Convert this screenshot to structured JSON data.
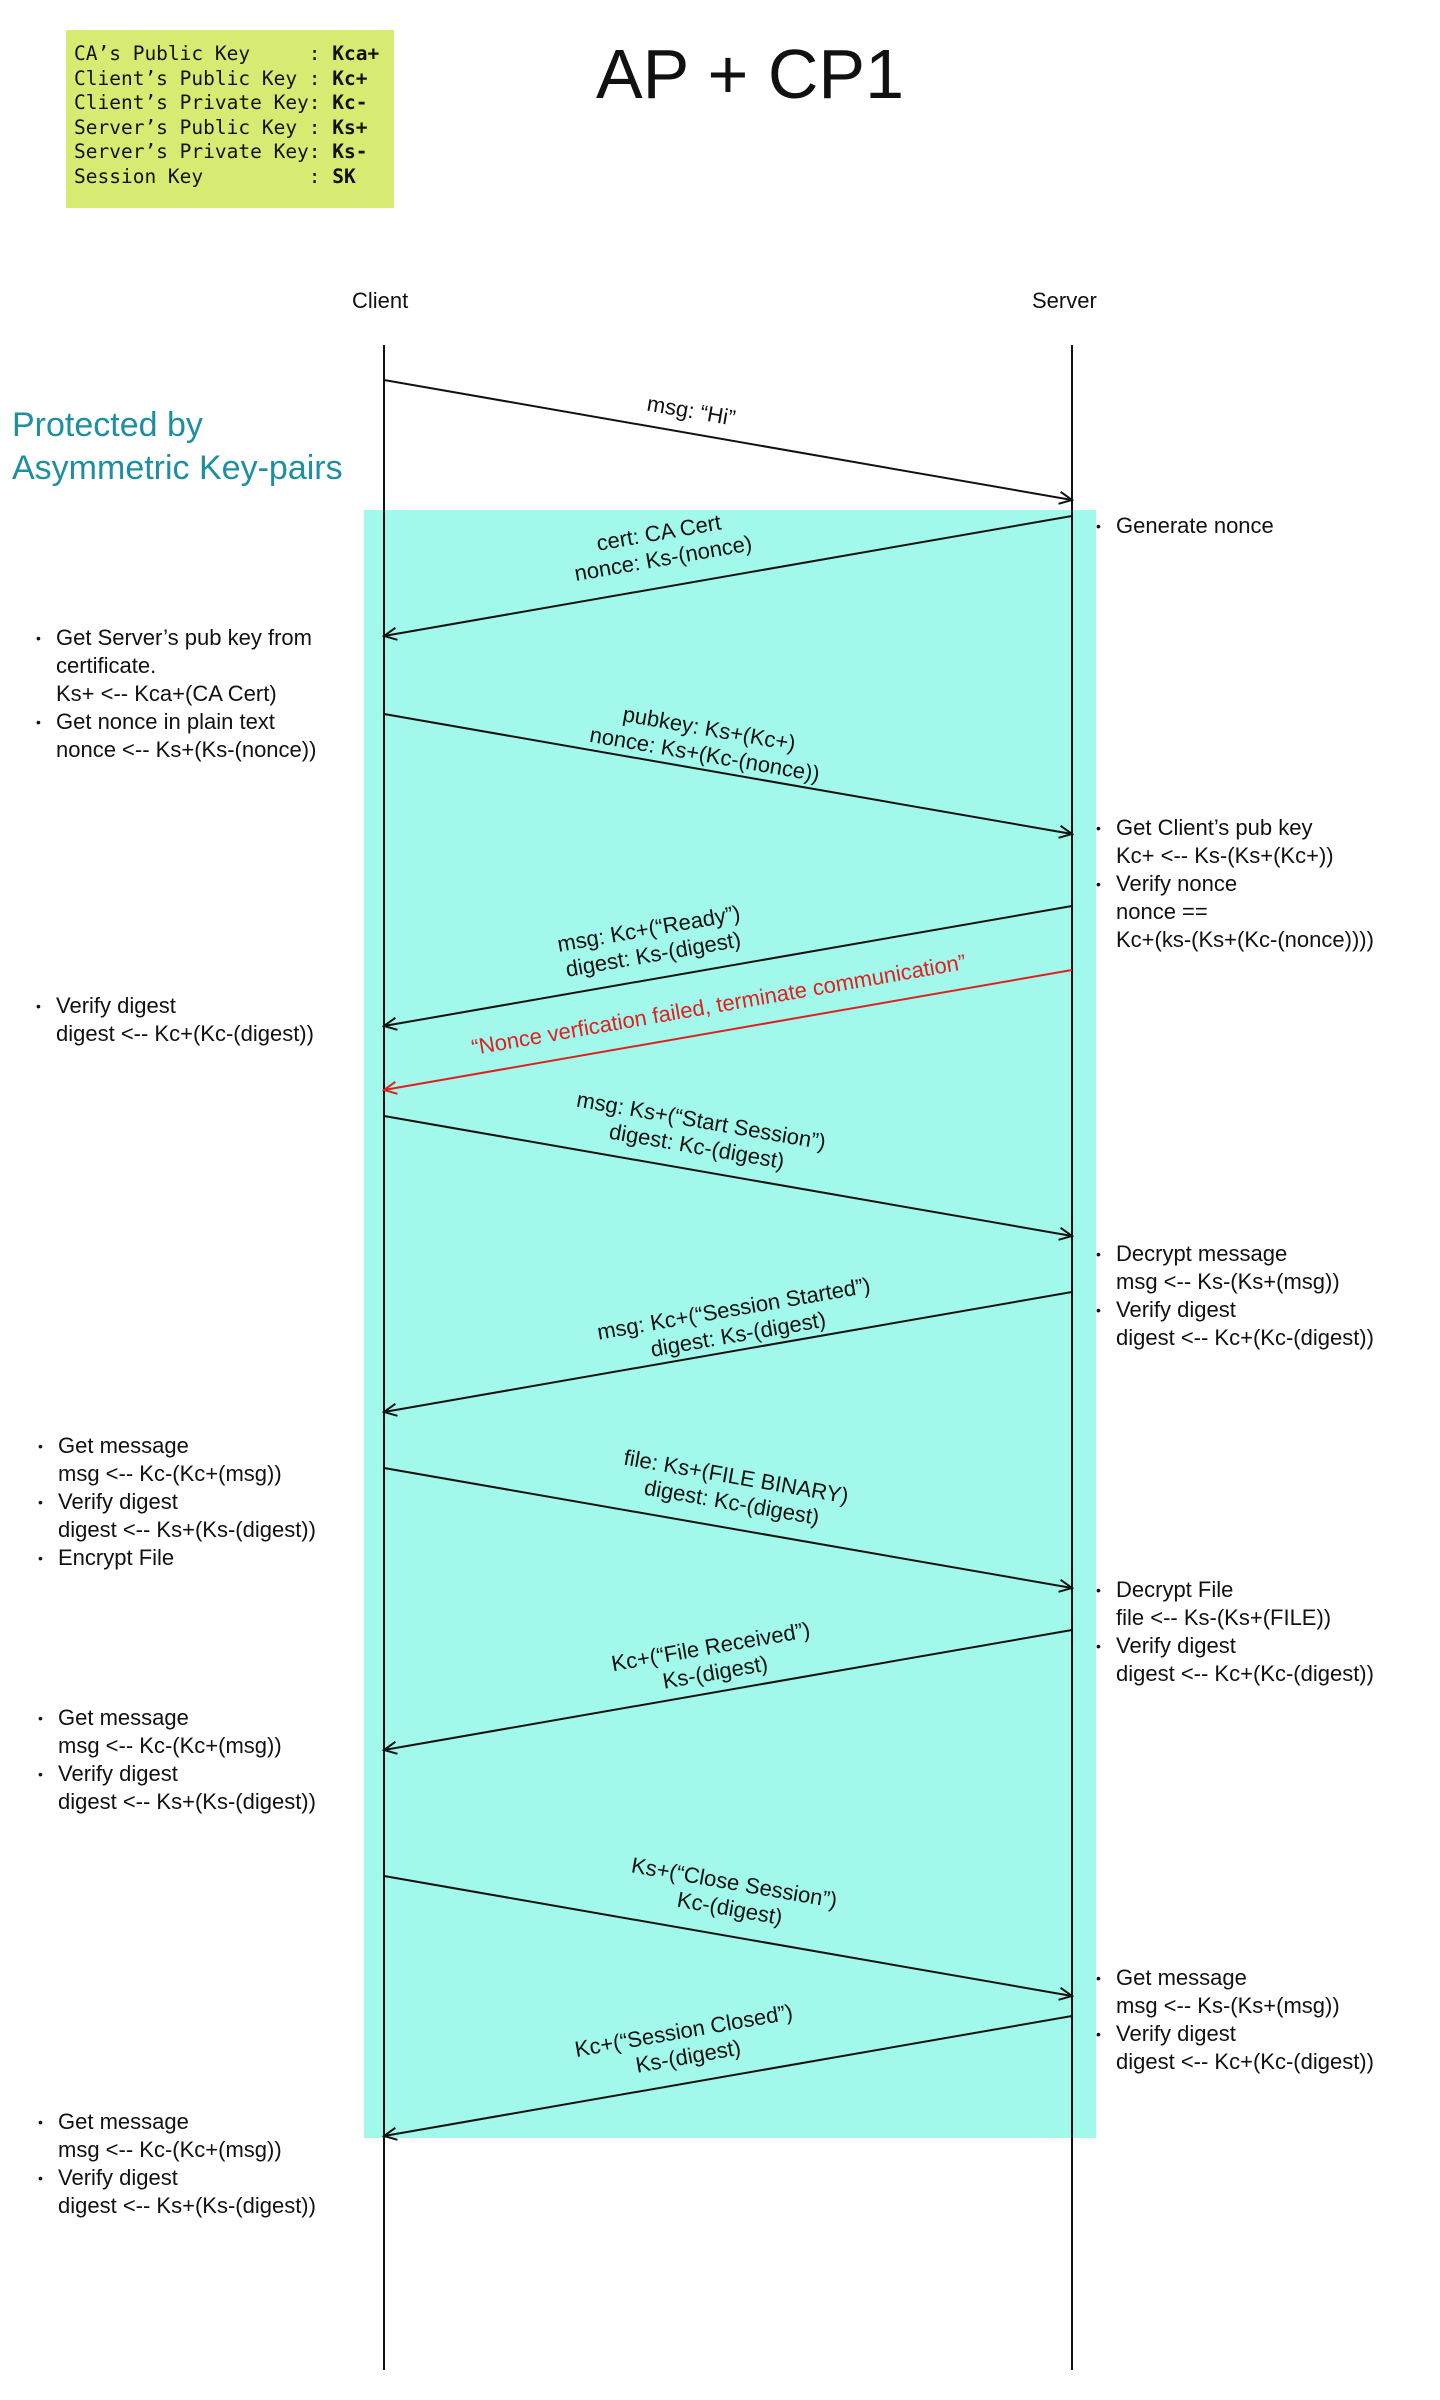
{
  "legend": {
    "rows": [
      {
        "name": "CA’s Public Key     ",
        "value": "Kca+"
      },
      {
        "name": "Client’s Public Key ",
        "value": "Kc+"
      },
      {
        "name": "Client’s Private Key",
        "value": "Kc-"
      },
      {
        "name": "Server’s Public Key ",
        "value": "Ks+"
      },
      {
        "name": "Server’s Private Key",
        "value": "Ks-"
      },
      {
        "name": "Session Key         ",
        "value": "SK"
      }
    ]
  },
  "title": "AP + CP1",
  "client_label": "Client",
  "server_label": "Server",
  "protected_label_line1": "Protected by",
  "protected_label_line2": "Asymmetric Key-pairs",
  "colors": {
    "shade": "#a2f8ea",
    "legend_bg": "#d7ea72",
    "protected_text": "#1e8fa0",
    "error": "#e02020"
  },
  "messages": [
    {
      "lines": [
        "msg: “Hi”"
      ],
      "direction": "to-server"
    },
    {
      "lines": [
        "cert: CA Cert",
        "nonce: Ks-(nonce)"
      ],
      "direction": "to-client"
    },
    {
      "lines": [
        "pubkey: Ks+(Kc+)",
        "nonce: Ks+(Kc-(nonce))"
      ],
      "direction": "to-server"
    },
    {
      "lines": [
        "msg: Kc+(“Ready”)",
        "digest: Ks-(digest)"
      ],
      "direction": "to-client"
    },
    {
      "lines": [
        "“Nonce verfication failed, terminate communication”"
      ],
      "direction": "to-client",
      "error": true
    },
    {
      "lines": [
        "msg: Ks+(“Start Session”)",
        "digest: Kc-(digest)"
      ],
      "direction": "to-server"
    },
    {
      "lines": [
        "msg: Kc+(“Session Started”)",
        "digest: Ks-(digest)"
      ],
      "direction": "to-client"
    },
    {
      "lines": [
        "file: Ks+(FILE BINARY)",
        "digest: Kc-(digest)"
      ],
      "direction": "to-server"
    },
    {
      "lines": [
        "Kc+(“File Received”)",
        "Ks-(digest)"
      ],
      "direction": "to-client"
    },
    {
      "lines": [
        "Ks+(“Close Session”)",
        "Kc-(digest)"
      ],
      "direction": "to-server"
    },
    {
      "lines": [
        "Kc+(“Session Closed”)",
        "Ks-(digest)"
      ],
      "direction": "to-client"
    }
  ],
  "client_notes": [
    {
      "items": [
        {
          "head": "Get Server’s pub key from",
          "cont": [
            "certificate.",
            "Ks+ <-- Kca+(CA Cert)"
          ]
        },
        {
          "head": "Get nonce in plain text",
          "cont": [
            "nonce <-- Ks+(Ks-(nonce))"
          ]
        }
      ]
    },
    {
      "items": [
        {
          "head": "Verify digest",
          "cont": [
            "digest <-- Kc+(Kc-(digest))"
          ]
        }
      ]
    },
    {
      "items": [
        {
          "head": "Get message",
          "cont": [
            "msg <-- Kc-(Kc+(msg))"
          ]
        },
        {
          "head": "Verify digest",
          "cont": [
            "digest <-- Ks+(Ks-(digest))"
          ]
        },
        {
          "head": "Encrypt File",
          "cont": []
        }
      ]
    },
    {
      "items": [
        {
          "head": "Get message",
          "cont": [
            "msg <-- Kc-(Kc+(msg))"
          ]
        },
        {
          "head": "Verify digest",
          "cont": [
            "digest <-- Ks+(Ks-(digest))"
          ]
        }
      ]
    },
    {
      "items": [
        {
          "head": "Get message",
          "cont": [
            "msg <-- Kc-(Kc+(msg))"
          ]
        },
        {
          "head": "Verify digest",
          "cont": [
            "digest <-- Ks+(Ks-(digest))"
          ]
        }
      ]
    }
  ],
  "server_notes": [
    {
      "items": [
        {
          "head": "Generate nonce",
          "cont": []
        }
      ]
    },
    {
      "items": [
        {
          "head": "Get Client’s pub key",
          "cont": [
            "Kc+ <-- Ks-(Ks+(Kc+))"
          ]
        },
        {
          "head": "Verify nonce",
          "cont": [
            "nonce ==",
            "Kc+(ks-(Ks+(Kc-(nonce))))"
          ]
        }
      ]
    },
    {
      "items": [
        {
          "head": "Decrypt message",
          "cont": [
            "msg <-- Ks-(Ks+(msg))"
          ]
        },
        {
          "head": "Verify digest",
          "cont": [
            "digest <-- Kc+(Kc-(digest))"
          ]
        }
      ]
    },
    {
      "items": [
        {
          "head": "Decrypt File",
          "cont": [
            "file <-- Ks-(Ks+(FILE))"
          ]
        },
        {
          "head": "Verify digest",
          "cont": [
            "digest <-- Kc+(Kc-(digest))"
          ]
        }
      ]
    },
    {
      "items": [
        {
          "head": "Get message",
          "cont": [
            "msg <-- Ks-(Ks+(msg))"
          ]
        },
        {
          "head": "Verify digest",
          "cont": [
            "digest <-- Kc+(Kc-(digest))"
          ]
        }
      ]
    }
  ]
}
